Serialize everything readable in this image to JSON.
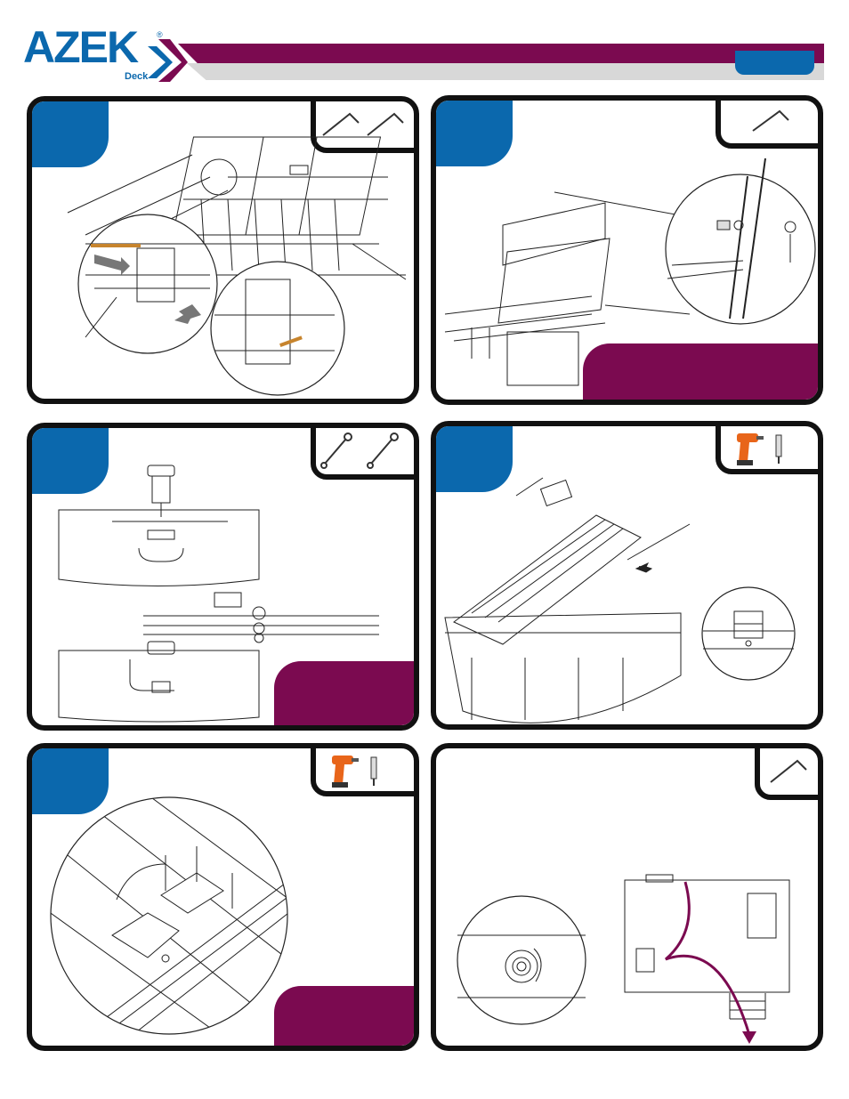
{
  "brand": {
    "logo_text": "AZEK",
    "registered_mark": "®",
    "sub_text": "Deck"
  },
  "colors": {
    "brand_blue": "#0b68ad",
    "brand_purple": "#7b0a50",
    "header_gray": "#d8d8d8",
    "line_black": "#111111",
    "drill_orange": "#e8651a"
  },
  "header": {
    "tab_label": ""
  },
  "panels": [
    {
      "id": "top-left",
      "tools": [
        "hex-key-icon",
        "hex-key-icon"
      ]
    },
    {
      "id": "top-right",
      "tools": [
        "hex-key-icon"
      ]
    },
    {
      "id": "mid-left",
      "tools": [
        "wrench-icon",
        "wrench-icon"
      ]
    },
    {
      "id": "mid-right",
      "tools": [
        "drill-icon",
        "screwdriver-bit-icon"
      ]
    },
    {
      "id": "bottom-left",
      "tools": [
        "drill-icon",
        "screwdriver-bit-icon"
      ]
    },
    {
      "id": "bottom-right",
      "tools": [
        "hex-key-icon"
      ]
    }
  ]
}
